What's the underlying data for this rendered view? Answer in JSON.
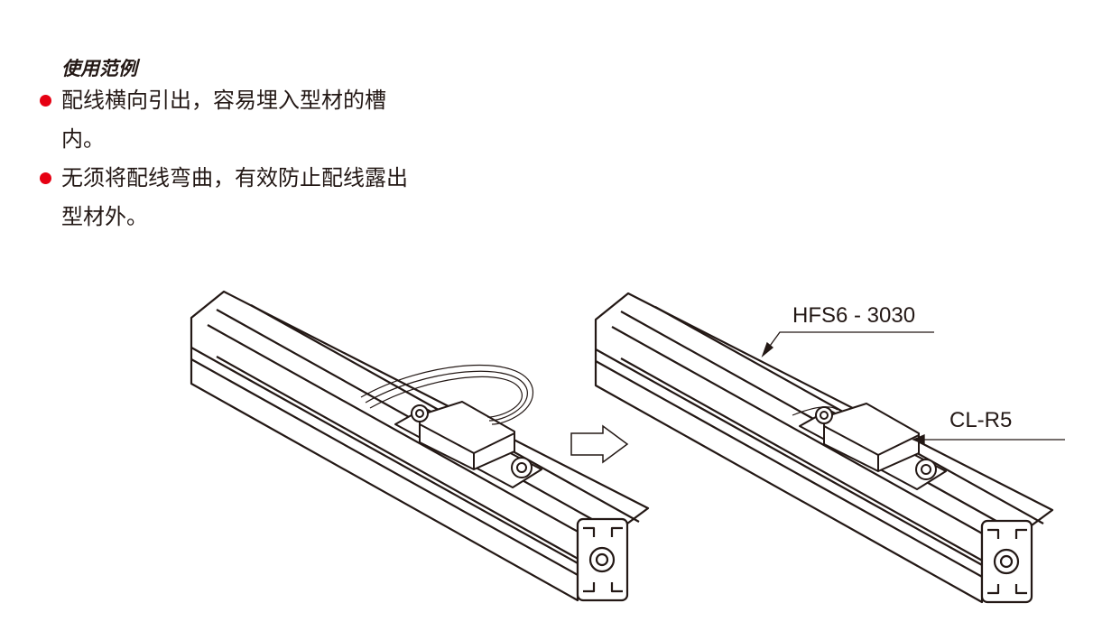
{
  "section_title": "使用范例",
  "bullets": [
    {
      "text": "配线横向引出，容易埋入型材的槽内。"
    },
    {
      "text": "无须将配线弯曲，有效防止配线露出型材外。"
    }
  ],
  "labels": {
    "profile": "HFS6 - 3030",
    "sensor": "CL-R5"
  },
  "colors": {
    "bullet": "#e60012",
    "text": "#231815"
  }
}
